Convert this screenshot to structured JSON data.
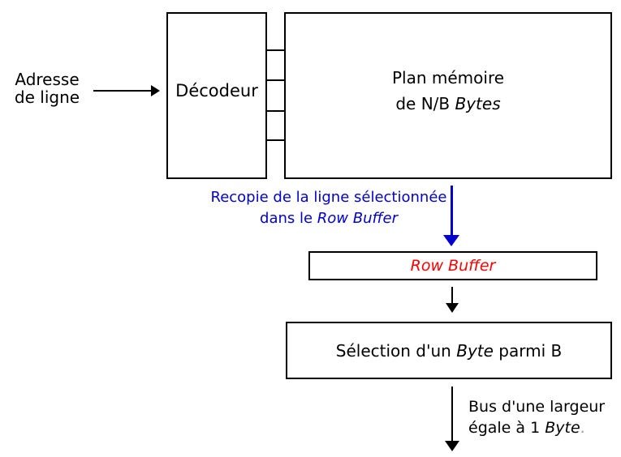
{
  "colors": {
    "ink": "#000000",
    "background": "#ffffff",
    "caption_blue": "#0000cc",
    "row_buffer_red": "#ff0000",
    "faint_gray": "#999999"
  },
  "diagram": {
    "address_label": {
      "line1": "Adresse",
      "line2": "de ligne"
    },
    "decoder_box": {
      "label": "Décodeur"
    },
    "memory_box": {
      "line1": "Plan mémoire",
      "line2_prefix": "de N/B ",
      "line2_italic": "Bytes"
    },
    "copy_caption": {
      "line1": "Recopie de la ligne sélectionnée",
      "line2_prefix": "dans le ",
      "line2_italic": "Row Buffer"
    },
    "row_buffer_box": {
      "label": "Row Buffer"
    },
    "selection_box": {
      "prefix": "Sélection d'un ",
      "italic": "Byte",
      "suffix": " parmi B"
    },
    "bus_label": {
      "line1": "Bus d'une largeur",
      "line2_prefix": "égale à 1 ",
      "line2_italic": "Byte",
      "line2_suffix": "."
    }
  }
}
